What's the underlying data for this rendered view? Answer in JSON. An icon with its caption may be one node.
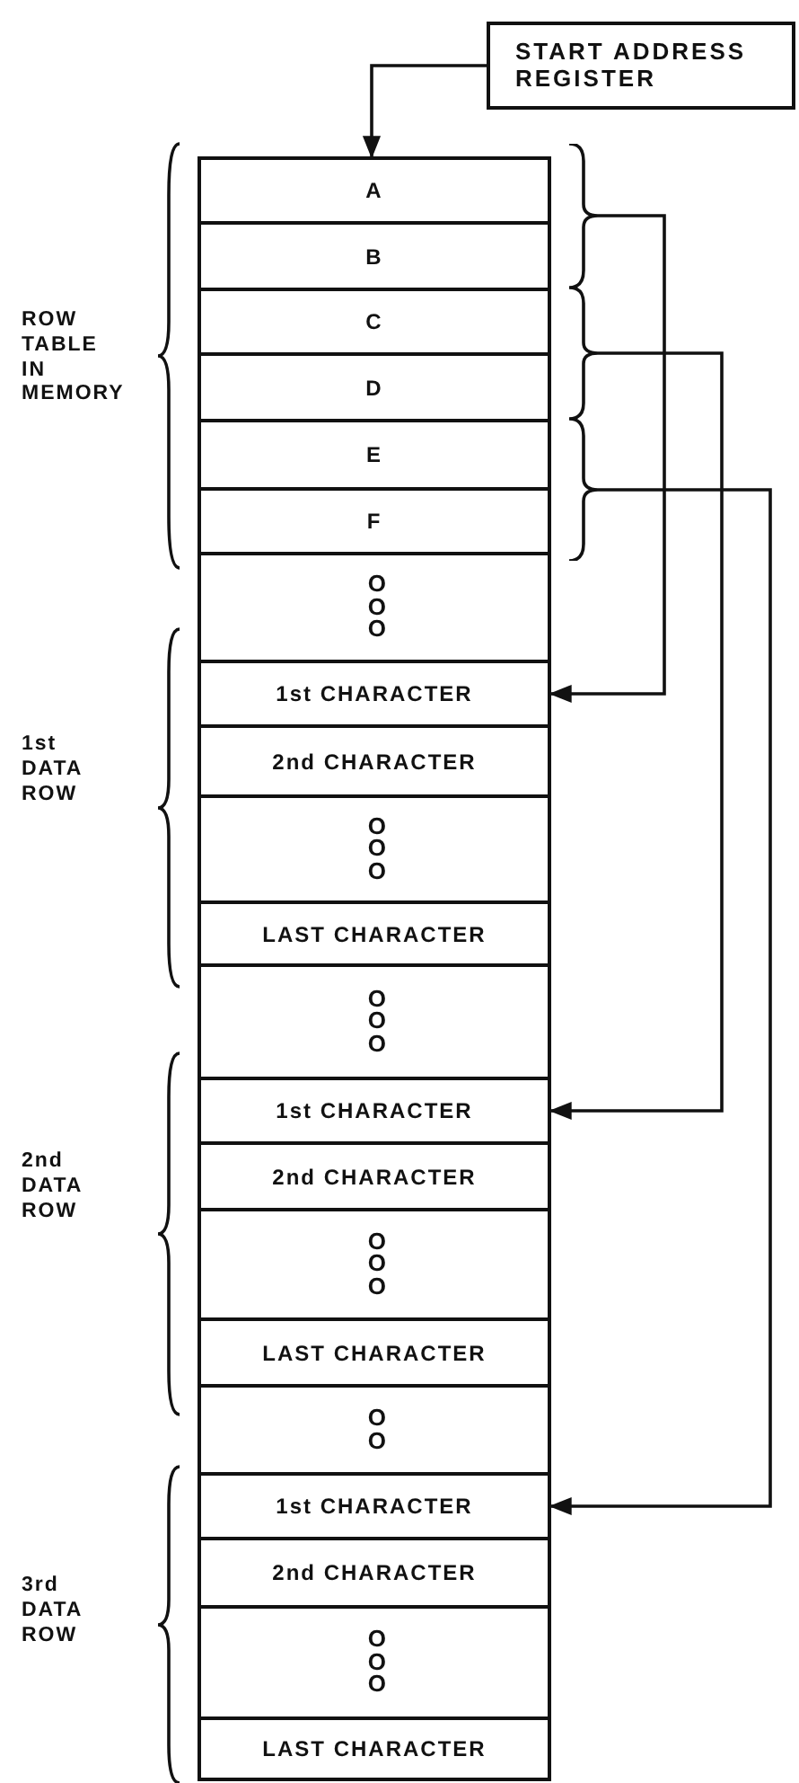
{
  "diagram": {
    "nodes": [
      {
        "text": [
          "START ADDRESS REGISTER"
        ]
      },
      {
        "text": [
          "A"
        ]
      },
      {
        "text": [
          "B"
        ]
      },
      {
        "text": [
          "C"
        ]
      },
      {
        "text": [
          "D"
        ]
      },
      {
        "text": [
          "E"
        ]
      },
      {
        "text": [
          "F"
        ]
      },
      {
        "text": [],
        "shape": "brace"
      },
      {
        "text": [],
        "shape": "brace"
      },
      {
        "text": [],
        "shape": "brace"
      },
      {
        "text": [
          "O O O"
        ]
      },
      {
        "text": [
          "1st CHARACTER"
        ]
      },
      {
        "text": [
          "2nd CHARACTER"
        ]
      },
      {
        "text": [
          "O O O"
        ]
      },
      {
        "text": [
          "LAST CHARACTER"
        ]
      },
      {
        "text": [
          "O O O"
        ]
      },
      {
        "text": [
          "1st CHARACTER"
        ]
      },
      {
        "text": [
          "2nd CHARACTER"
        ]
      },
      {
        "text": [
          "O O O"
        ]
      },
      {
        "text": [
          "LAST CHARACTER"
        ]
      },
      {
        "text": [
          "O O"
        ]
      },
      {
        "text": [
          "1st CHARACTER"
        ]
      },
      {
        "text": [
          "2nd CHARACTER"
        ]
      },
      {
        "text": [
          "O O O"
        ]
      },
      {
        "text": [
          "LAST CHARACTER"
        ]
      }
    ],
    "edges": [
      {
        "from": 0,
        "to": 1,
        "arrow": "to"
      },
      {
        "from": 7,
        "to": 11,
        "arrow": "to"
      },
      {
        "from": 8,
        "to": 16,
        "arrow": "to"
      },
      {
        "from": 9,
        "to": 21,
        "arrow": "to"
      }
    ],
    "labels": [
      "ROW TABLE IN MEMORY",
      "1st DATA ROW",
      "2nd DATA ROW",
      "3rd DATA ROW"
    ]
  }
}
